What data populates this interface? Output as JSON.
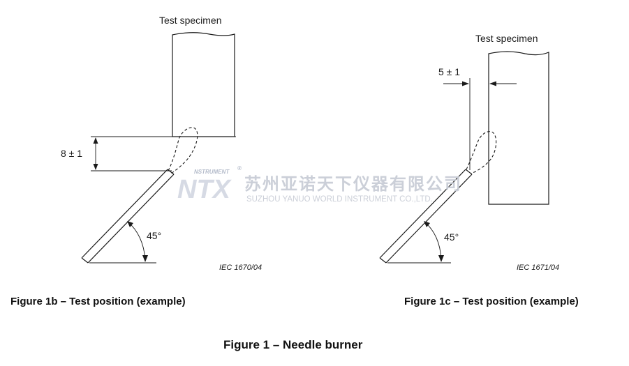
{
  "figure_1b": {
    "specimen_label": "Test specimen",
    "dimension_label": "8 ± 1",
    "angle_label": "45°",
    "iec_ref": "IEC   1670/04",
    "caption": "Figure 1b – Test position (example)"
  },
  "figure_1c": {
    "specimen_label": "Test specimen",
    "dimension_label": "5 ± 1",
    "angle_label": "45°",
    "iec_ref": "IEC   1671/04",
    "caption": "Figure 1c –  Test position (example)"
  },
  "main_caption": "Figure 1 – Needle burner",
  "watermark": {
    "logo_text": "NTX",
    "logo_small": "NSTRUMENT",
    "registered": "®",
    "company_cn": "苏州亚诺天下仪器有限公司",
    "company_en": "SUZHOU YANUO WORLD INSTRUMENT CO.,LTD."
  }
}
